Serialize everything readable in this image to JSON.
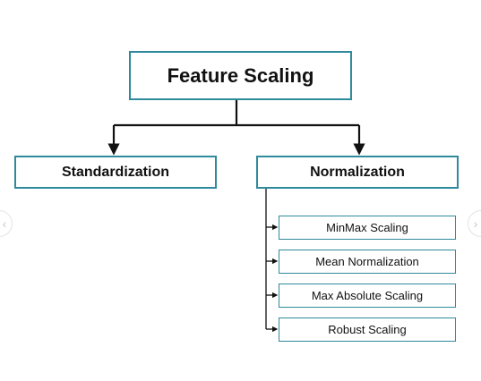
{
  "diagram": {
    "root": "Feature Scaling",
    "children": [
      {
        "label": "Standardization",
        "children": []
      },
      {
        "label": "Normalization",
        "children": [
          "MinMax Scaling",
          "Mean Normalization",
          "Max Absolute Scaling",
          "Robust Scaling"
        ]
      }
    ]
  },
  "carousel": {
    "prev_icon": "chevron-left-icon",
    "next_icon": "chevron-right-icon"
  },
  "colors": {
    "box_border": "#2f8a9c",
    "connector": "#111111",
    "text": "#111111"
  }
}
